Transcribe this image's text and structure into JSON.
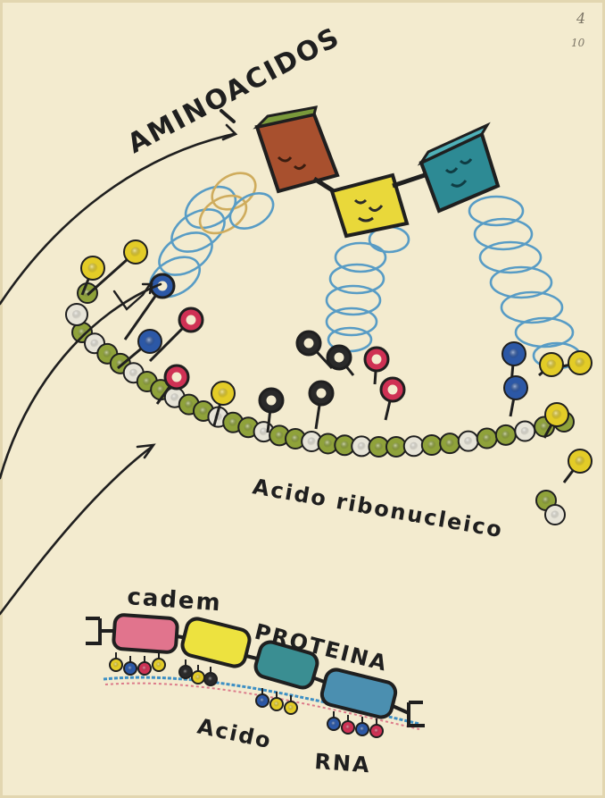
{
  "labels": {
    "aminoacids": "AMINOACIDOS",
    "rna_top": "Acido ribonucleico",
    "chain_word": "cadem",
    "protein_word": "PROTEINA",
    "acid_word": "Acido",
    "rna_word": "RNA",
    "page_mark": "4",
    "page_mark_small": "10"
  },
  "colors": {
    "paper": "#f3ebcf",
    "ink": "#1f1f1f",
    "backbone_green": "#8fa23a",
    "backbone_white": "#e7e4d8",
    "base_yellow": "#e3cc27",
    "base_blue": "#2c58a6",
    "base_red": "#cf3154",
    "base_black": "#2a2a2a",
    "helix_blue": "#3d8fc4",
    "amino_brown": "#a8502e",
    "amino_yellow": "#e9d83a",
    "amino_teal": "#2d8a94",
    "protein_pink": "#e1748d",
    "protein_yellow": "#ede23f",
    "protein_teal": "#3a8e92"
  },
  "icons": [
    "trna-helix-icon",
    "amino-acid-block-icon",
    "nucleotide-base-icon",
    "protein-chain-icon",
    "arrow-icon"
  ]
}
